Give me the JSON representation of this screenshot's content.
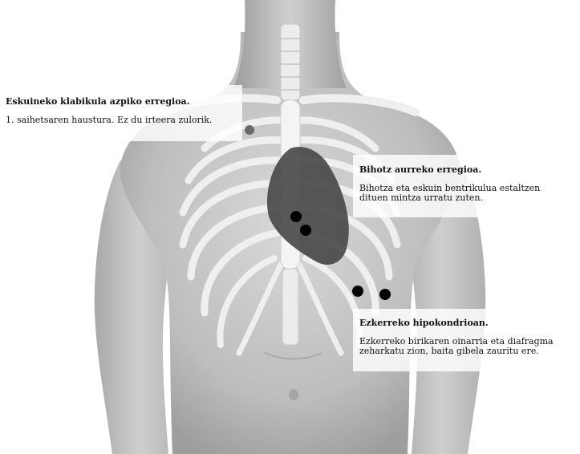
{
  "labels": {
    "clavicle": {
      "title": "Eskuineko klabikula azpiko erregioa.",
      "body": "1. saihetsaren haustura. Ez du irteera zulorik."
    },
    "heart": {
      "title": "Bihotz aurreko erregioa.",
      "body_line1": "Bihotza eta eskuin bentrikulua estaltzen",
      "body_line2": "dituen mintza urratu zuten."
    },
    "hypochondrium": {
      "title": "Ezkerreko hipokondrioan.",
      "body_line1": "Ezkerreko birikaren oinarria eta diafragma",
      "body_line2": "zeharkatu zion, baita gibela zauritu ere."
    }
  },
  "colors": {
    "skin": "#c4c4c4",
    "skin_light": "#dedede",
    "skin_shadow": "#9a9a9a",
    "bone": "#f2f2f2",
    "bone_shade": "#cfcfcf",
    "heart": "#4a4a4a",
    "wound": "#000000",
    "wound_faint": "#6a6a6a"
  }
}
